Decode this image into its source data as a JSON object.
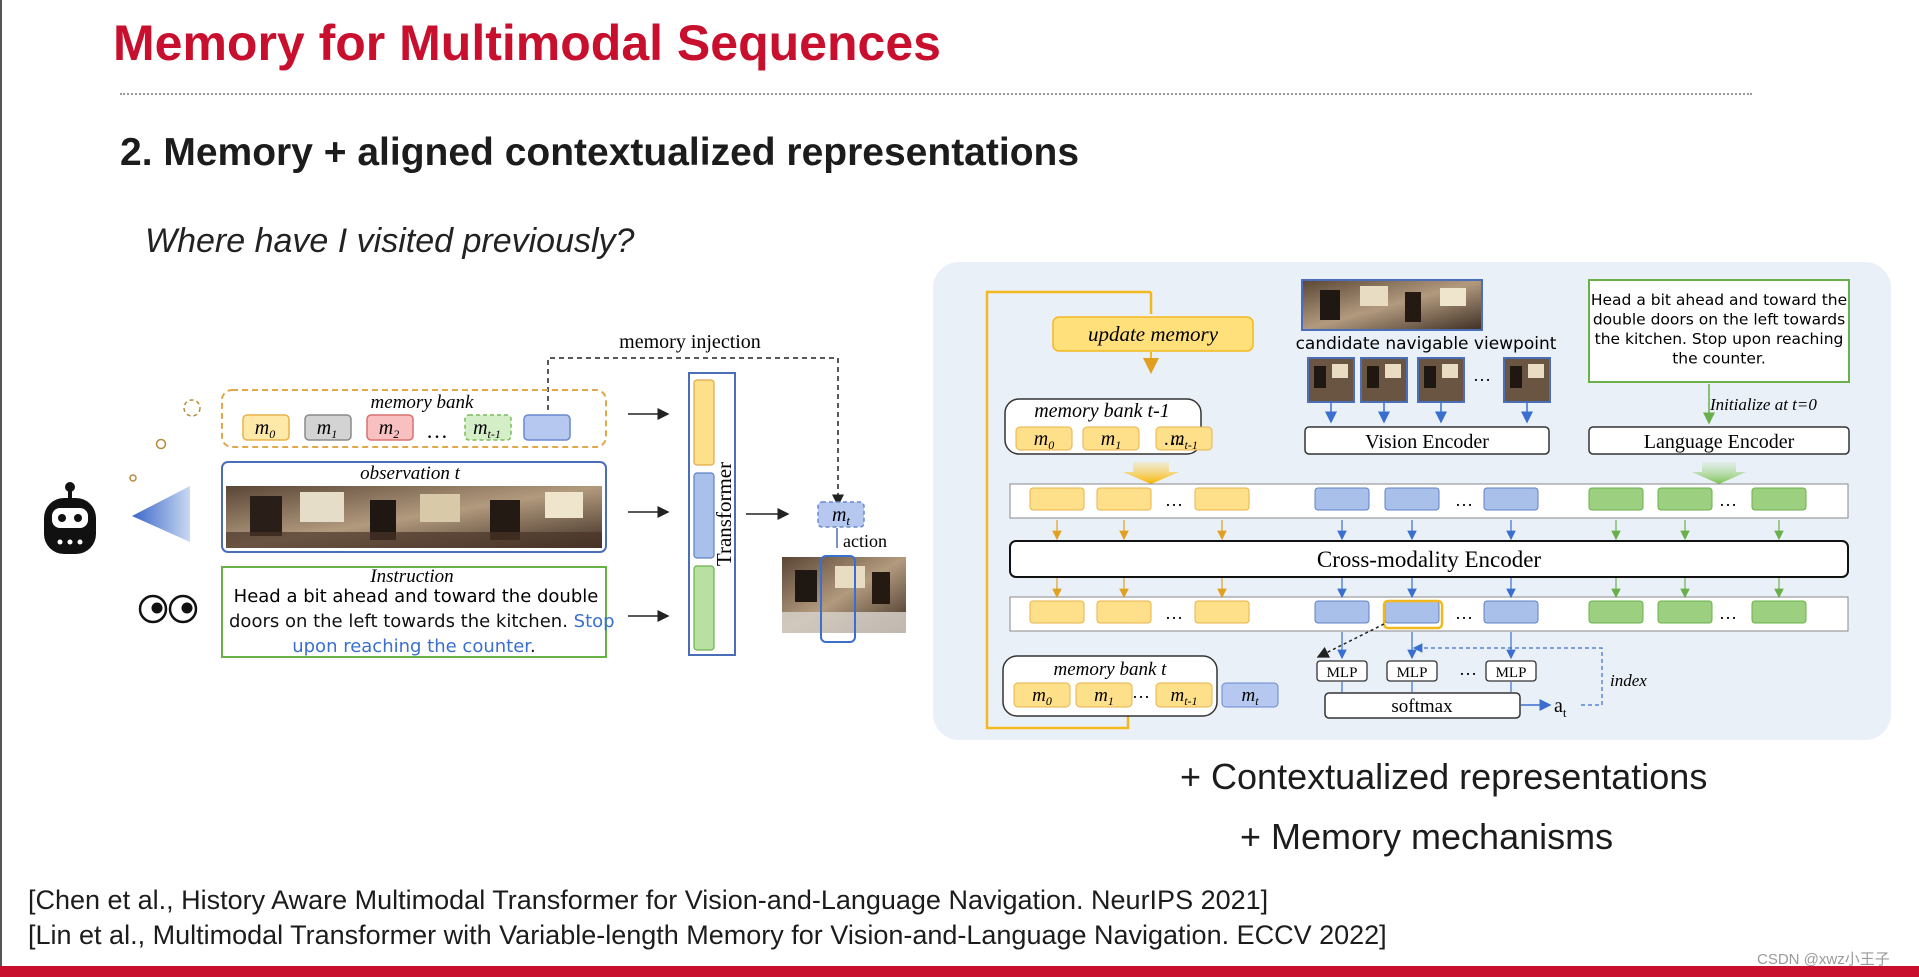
{
  "slide": {
    "title": "Memory for Multimodal Sequences",
    "subtitle": "2. Memory + aligned contextualized representations",
    "question": "Where have I visited previously?",
    "bullets": [
      "+ Contextualized representations",
      "+ Memory mechanisms"
    ],
    "references": [
      "[Chen et al., History Aware Multimodal Transformer for Vision-and-Language Navigation. NeurIPS 2021]",
      "[Lin et al., Multimodal Transformer with Variable-length Memory for Vision-and-Language Navigation. ECCV 2022]"
    ],
    "watermark": "CSDN @xwz小王子"
  },
  "left_diagram": {
    "memory_injection": "memory injection",
    "memory_bank": "memory bank",
    "memory_tokens": [
      {
        "base": "m",
        "sub": "0",
        "fill": "#ffe9a8",
        "stroke": "#e8b24a"
      },
      {
        "base": "m",
        "sub": "1",
        "fill": "#d3d3d3",
        "stroke": "#8a8a8a"
      },
      {
        "base": "m",
        "sub": "2",
        "fill": "#f8c0c0",
        "stroke": "#d77070"
      },
      {
        "base": "m",
        "sub": "t-1",
        "fill": "#d4efc8",
        "stroke": "#7cba5c"
      }
    ],
    "ellipsis": "…",
    "observation": "observation t",
    "instruction_title": "Instruction",
    "instruction_lines": [
      "Head a bit ahead and toward the double",
      "doors on the left towards the kitchen."
    ],
    "instruction_highlight_1": "Stop",
    "instruction_highlight_2": "upon reaching the counter",
    "instruction_end": ".",
    "transformer": "Transformer",
    "mt_base": "m",
    "mt_sub": "t",
    "action": "action"
  },
  "right_diagram": {
    "update_memory": "update memory",
    "memory_bank_prev": "memory bank t-1",
    "memory_bank_next": "memory bank  t",
    "prev_tokens": [
      {
        "base": "m",
        "sub": "0"
      },
      {
        "base": "m",
        "sub": "1"
      },
      {
        "base": "m",
        "sub": "t-1"
      }
    ],
    "next_tokens": [
      {
        "base": "m",
        "sub": "0"
      },
      {
        "base": "m",
        "sub": "1"
      },
      {
        "base": "m",
        "sub": "t-1"
      },
      {
        "base": "m",
        "sub": "t"
      }
    ],
    "ellipsis": "…",
    "candidate_label": "candidate navigable viewpoint",
    "instruction_lines": [
      "Head a bit ahead and toward the",
      "double doors on the left towards",
      "the kitchen. Stop upon reaching",
      "the counter."
    ],
    "init_label": "Initialize at t=0",
    "vision_encoder": "Vision Encoder",
    "language_encoder": "Language Encoder",
    "cross_modality": "Cross-modality Encoder",
    "mlp": "MLP",
    "softmax": "softmax",
    "action_base": "a",
    "action_sub": "t",
    "index": "index"
  },
  "colors": {
    "title_red": "#c8102e",
    "memory_yellow": "#ffe08a",
    "vision_blue": "#a9c1ea",
    "language_green": "#9ccf80",
    "link_blue": "#3a6fd0"
  }
}
